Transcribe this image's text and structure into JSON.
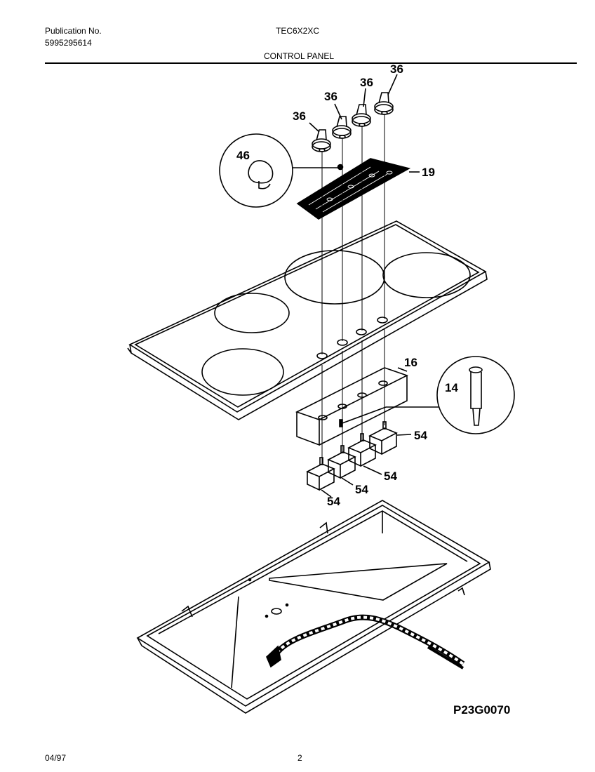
{
  "header": {
    "publication_label": "Publication No.",
    "publication_number": "5995295614",
    "model": "TEC6X2XC",
    "section": "CONTROL PANEL"
  },
  "callouts": {
    "knob_a": "36",
    "knob_b": "36",
    "knob_c": "36",
    "knob_d": "36",
    "knob_insert": "46",
    "control_overlay": "19",
    "bracket": "16",
    "indicator_light": "14",
    "switch_a": "54",
    "switch_b": "54",
    "switch_c": "54",
    "switch_d": "54"
  },
  "drawing_code": "P23G0070",
  "footer": {
    "date": "04/97",
    "page": "2"
  }
}
